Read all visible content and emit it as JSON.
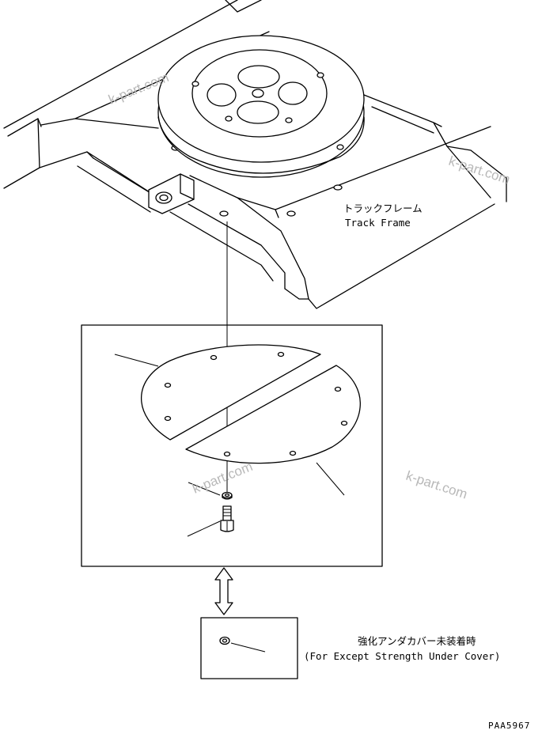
{
  "labels": {
    "track_frame_jp": "トラックフレーム",
    "track_frame_en": "Track Frame",
    "note_jp": "強化アンダカバー未装着時",
    "note_en": "(For Except Strength Under Cover)",
    "drawing_code": "PAA5967"
  },
  "watermarks": [
    "k-part.com",
    "k-part.com",
    "k-part.com",
    "k-part.com"
  ]
}
